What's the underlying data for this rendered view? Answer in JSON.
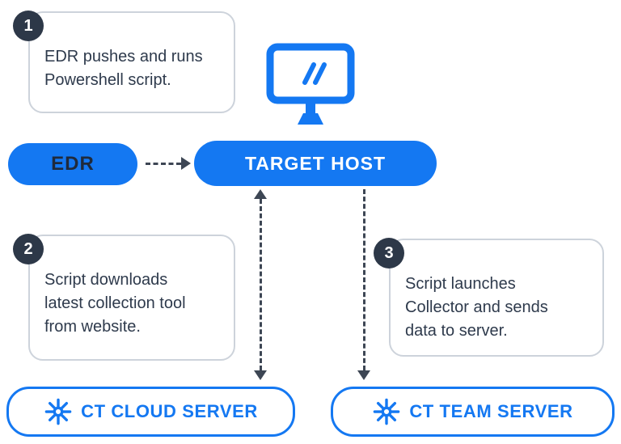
{
  "colors": {
    "accent_blue": "#1478f2",
    "navy": "#2d3848",
    "connector": "#3d4654",
    "callout_border": "#cdd3db",
    "background": "#ffffff"
  },
  "steps": [
    {
      "number": "1",
      "text": "EDR pushes and runs Powershell script."
    },
    {
      "number": "2",
      "text": "Script downloads latest collection tool from website."
    },
    {
      "number": "3",
      "text": "Script launches Collector and sends data to server."
    }
  ],
  "nodes": {
    "edr": {
      "label": "EDR"
    },
    "target_host": {
      "label": "TARGET HOST"
    },
    "ct_cloud_server": {
      "label": "CT CLOUD SERVER"
    },
    "ct_team_server": {
      "label": "CT TEAM SERVER"
    }
  },
  "icons": {
    "monitor": "monitor-icon",
    "starburst": "starburst-logo-icon"
  }
}
